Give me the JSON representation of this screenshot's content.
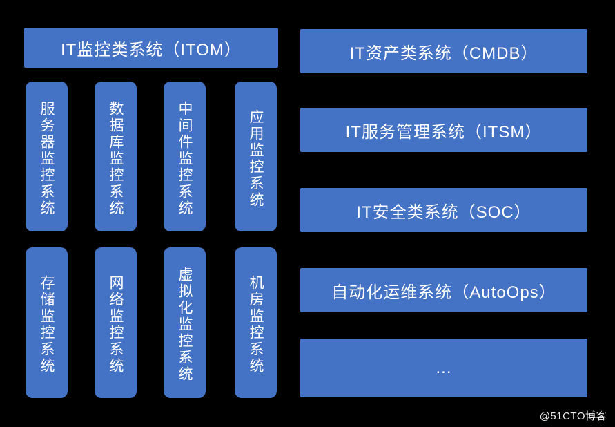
{
  "colors": {
    "background": "#000000",
    "accent": "#4472C4",
    "text": "#FFFFFF"
  },
  "left_panel": {
    "header": "IT监控类系统（ITOM）",
    "row1": [
      "服务器监控系统",
      "数据库监控系统",
      "中间件监控系统",
      "应用监控系统"
    ],
    "row2": [
      "存储监控系统",
      "网络监控系统",
      "虚拟化监控系统",
      "机房监控系统"
    ]
  },
  "right_panel": {
    "bars": [
      "IT资产类系统（CMDB）",
      "IT服务管理系统（ITSM）",
      "IT安全类系统（SOC）",
      "自动化运维系统（AutoOps）",
      "..."
    ]
  },
  "watermark": "@51CTO博客"
}
